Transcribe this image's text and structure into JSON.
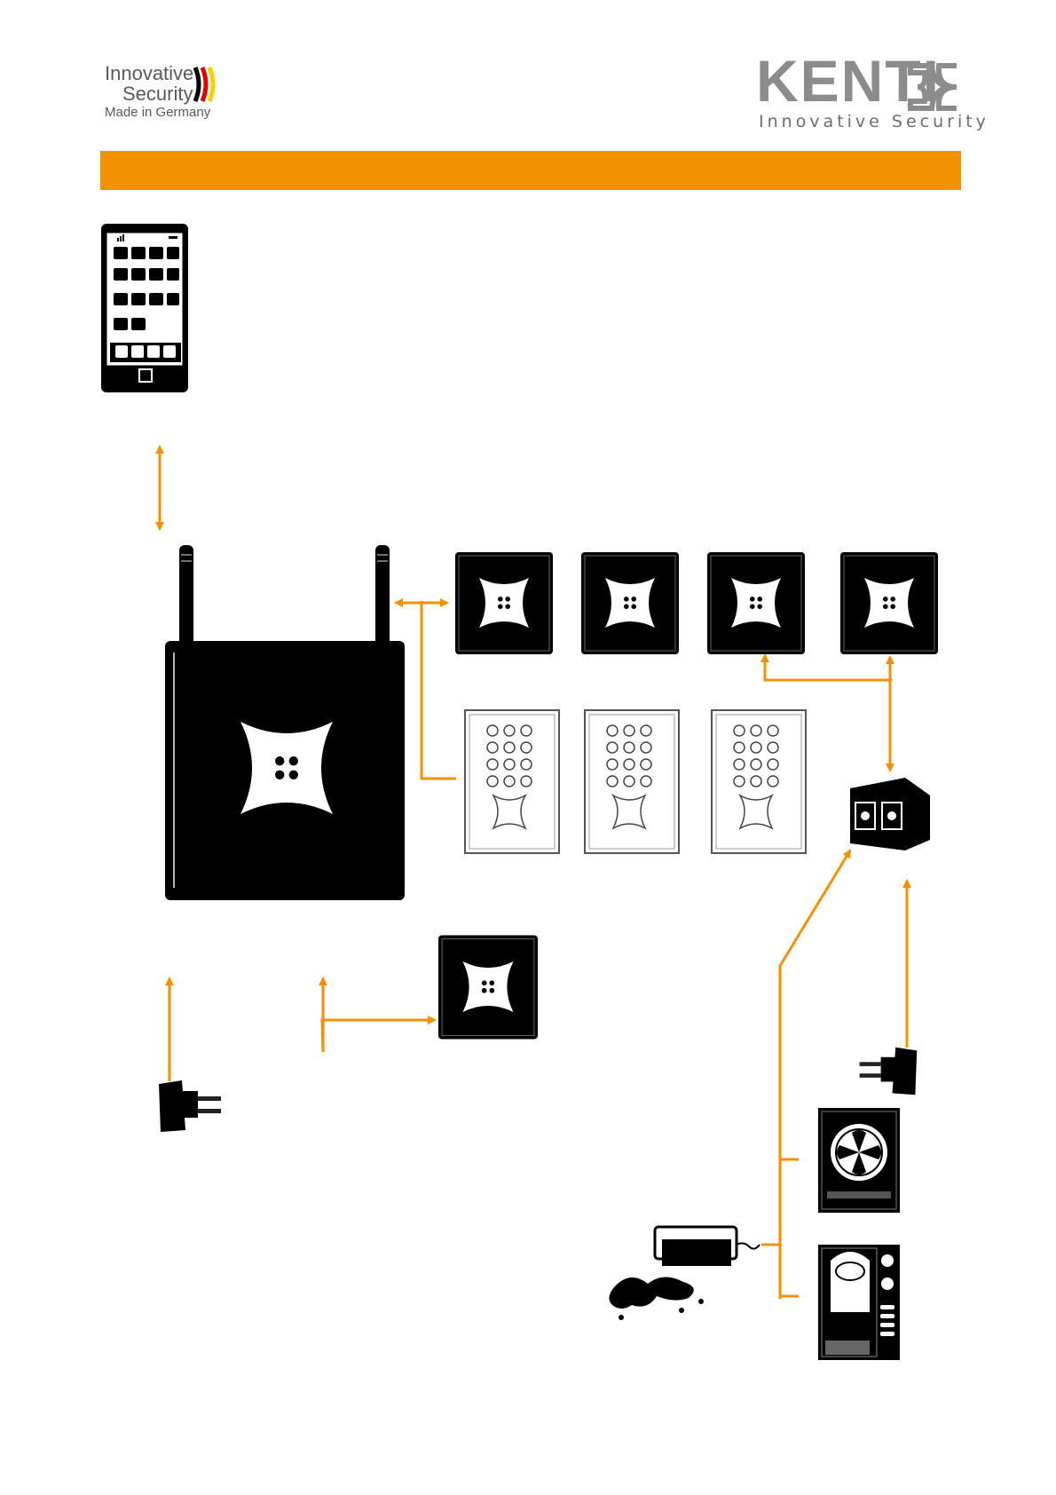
{
  "header": {
    "badge_lines": [
      "Innovative",
      "Security",
      "Made in Germany"
    ],
    "brand_name": "KENTI",
    "brand_tagline": "Innovative Security"
  },
  "colors": {
    "accent": "#f39200",
    "device": "#000000",
    "brand_gray": "#8c8c8c",
    "flag_black": "#000000",
    "flag_red": "#dd0000",
    "flag_gold": "#ffce00"
  },
  "icons": [
    "smartphone-icon",
    "basestation-icon",
    "wireless-sensor-icon",
    "keypad-icon",
    "power-adapter-icon",
    "socket-relay-icon",
    "ventilation-unit-icon",
    "water-leak-sensor-icon",
    "air-conditioner-icon"
  ]
}
